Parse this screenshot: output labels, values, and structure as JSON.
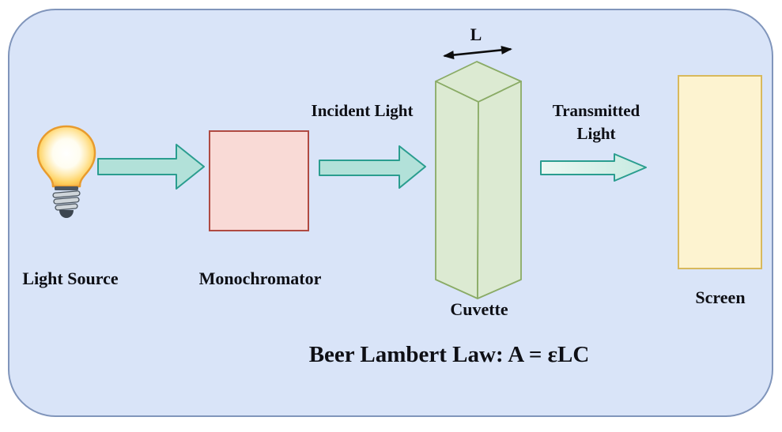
{
  "title": "Beer Lambert Law: A = εLC",
  "labels": {
    "light_source": "Light Source",
    "monochromator": "Monochromator",
    "incident_light": "Incident Light",
    "cuvette": "Cuvette",
    "transmitted_light": "Transmitted Light",
    "screen": "Screen",
    "path_length": "L"
  },
  "colors": {
    "canvas_fill": "#d9e4f8",
    "canvas_border": "#8095bb",
    "arrow_fill": "#b2e1d9",
    "arrow_fill_light": "#e2f4ee",
    "arrow_border": "#2a9d8f",
    "monochromator_fill": "#f9dad6",
    "monochromator_border": "#b04a42",
    "cuvette_fill": "#dcead2",
    "cuvette_border": "#8aab66",
    "screen_fill": "#fdf3d0",
    "screen_border": "#d8b95c",
    "bulb_orange": "#f3ab41",
    "bulb_glow": "#ffe08a",
    "text": "#0e0f15"
  }
}
